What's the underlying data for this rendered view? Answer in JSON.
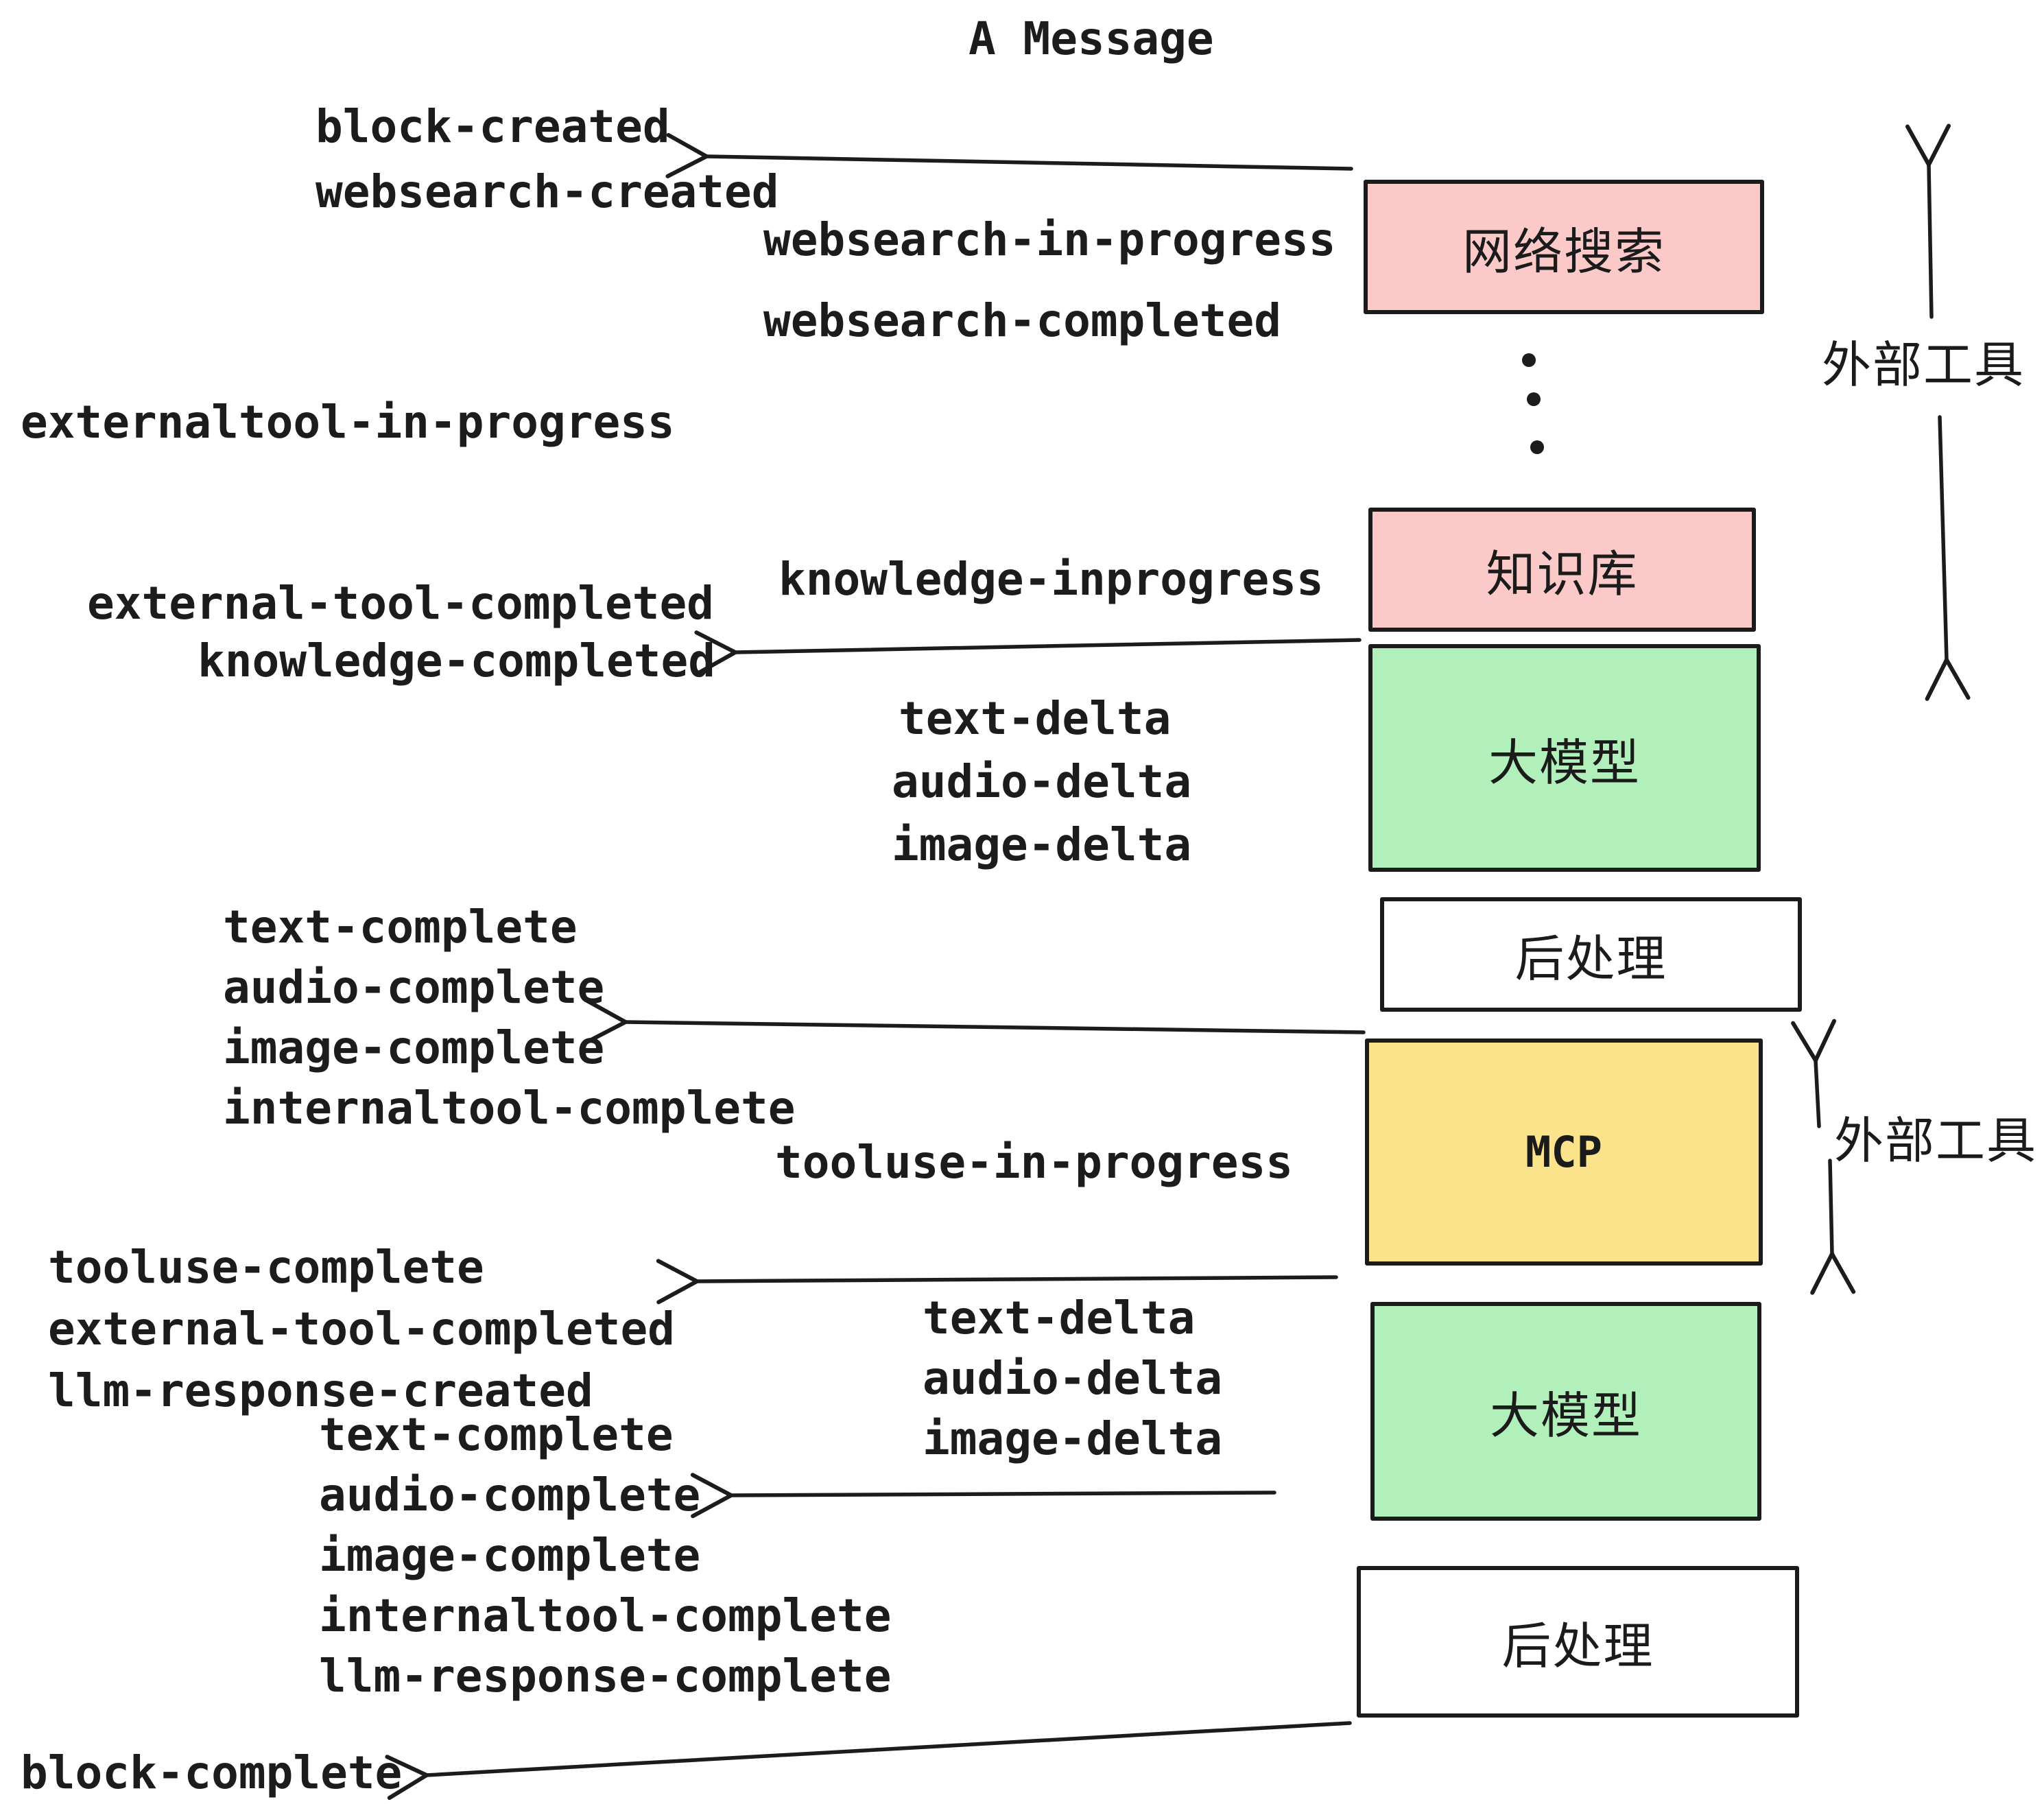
{
  "title": "A Message",
  "colors": {
    "background": "#ffffff",
    "ink": "#1c1c1c",
    "box_pink": "#fcc9c9",
    "box_green": "#b2f0bb",
    "box_yellow": "#fae38b",
    "box_white": "#ffffff"
  },
  "boxes": [
    {
      "label": "网络搜索",
      "color": "pink"
    },
    {
      "label": "知识库",
      "color": "pink"
    },
    {
      "label": "大模型",
      "color": "green"
    },
    {
      "label": "后处理",
      "color": "white"
    },
    {
      "label": "MCP",
      "color": "yellow"
    },
    {
      "label": "大模型",
      "color": "green"
    },
    {
      "label": "后处理",
      "color": "white"
    }
  ],
  "side_labels": {
    "external_tools_top": "外部工具",
    "external_tools_bottom": "外部工具"
  },
  "events": {
    "block_created": "block-created",
    "websearch_created": "websearch-created",
    "websearch_in_progress": "websearch-in-progress",
    "websearch_completed": "websearch-completed",
    "externaltool_in_progress": "externaltool-in-progress",
    "knowledge_inprogress": "knowledge-inprogress",
    "external_tool_completed_1": "external-tool-completed",
    "knowledge_completed": "knowledge-completed",
    "text_delta_1": "text-delta",
    "audio_delta_1": "audio-delta",
    "image_delta_1": "image-delta",
    "text_complete_1": "text-complete",
    "audio_complete_1": "audio-complete",
    "image_complete_1": "image-complete",
    "internaltool_complete_1": "internaltool-complete",
    "tooluse_in_progress": "tooluse-in-progress",
    "tooluse_complete": "tooluse-complete",
    "external_tool_completed_2": "external-tool-completed",
    "llm_response_created": "llm-response-created",
    "text_delta_2": "text-delta",
    "audio_delta_2": "audio-delta",
    "image_delta_2": "image-delta",
    "text_complete_2": "text-complete",
    "audio_complete_2": "audio-complete",
    "image_complete_2": "image-complete",
    "internaltool_complete_2": "internaltool-complete",
    "llm_response_complete": "llm-response-complete",
    "block_complete": "block-complete"
  }
}
